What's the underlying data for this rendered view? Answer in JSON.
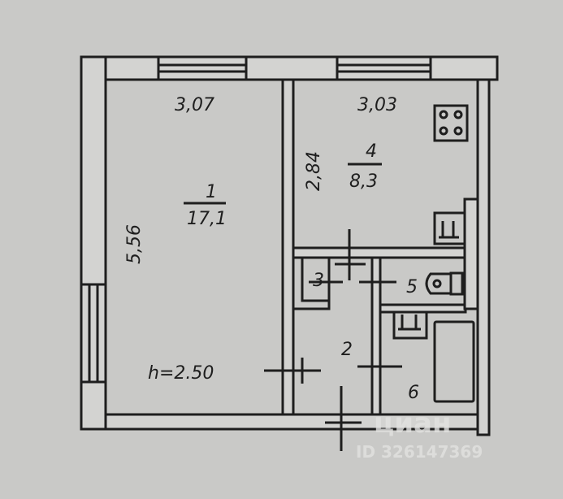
{
  "plan": {
    "rooms": [
      {
        "number": "1",
        "area": "17,1"
      },
      {
        "number": "2"
      },
      {
        "number": "3"
      },
      {
        "number": "4",
        "area": "8,3"
      },
      {
        "number": "5"
      },
      {
        "number": "6"
      }
    ],
    "dimensions": {
      "room1_width": "3,07",
      "room1_length": "5,56",
      "room4_width": "3,03",
      "room4_length": "2,84"
    },
    "ceiling_height": "h=2.50"
  },
  "watermark": {
    "brand": "циан",
    "id": "ID 326147369"
  }
}
